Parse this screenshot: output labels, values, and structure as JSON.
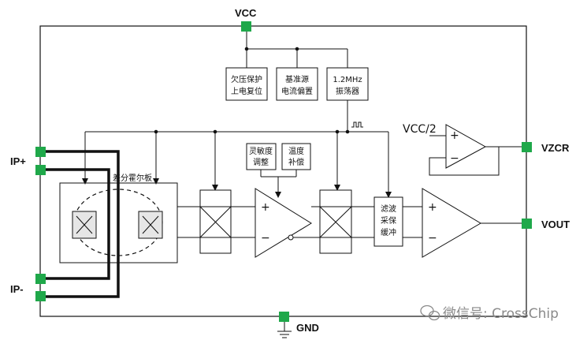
{
  "pins": {
    "vcc": "VCC",
    "gnd": "GND",
    "ip_plus": "IP+",
    "ip_minus": "IP-",
    "vzcr": "VZCR",
    "vout": "VOUT"
  },
  "blocks": {
    "uvlo": [
      "欠压保护",
      "上电复位"
    ],
    "bias": [
      "基准源",
      "电流偏置"
    ],
    "osc": [
      "1.2MHz",
      "振荡器"
    ],
    "sensitivity": [
      "灵敏度",
      "调整"
    ],
    "temp": [
      "温度",
      "补偿"
    ],
    "filter": [
      "滤波",
      "采保",
      "缓冲"
    ],
    "hall": "差分霍尔板"
  },
  "comparator_ref": "VCC/2",
  "signs": {
    "plus": "+",
    "minus": "−"
  },
  "watermark": "微信号: CrossChip",
  "colors": {
    "pin": "#1fa84a",
    "line": "#111111",
    "fill": "#e6e6e6"
  }
}
